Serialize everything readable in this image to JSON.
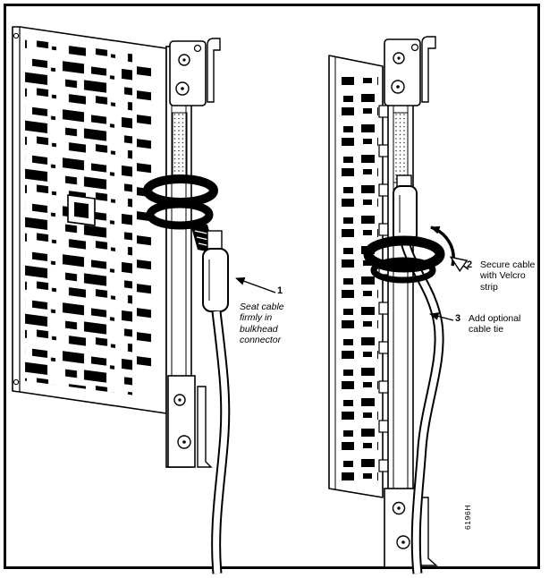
{
  "figure": {
    "callouts": [
      {
        "number": "1",
        "text": "Seat cable firmly in bulkhead connector"
      },
      {
        "number": "2",
        "text": "Secure cable with Velcro strip"
      },
      {
        "number": "3",
        "text": "Add optional cable tie"
      }
    ],
    "figure_code": "6196H"
  }
}
